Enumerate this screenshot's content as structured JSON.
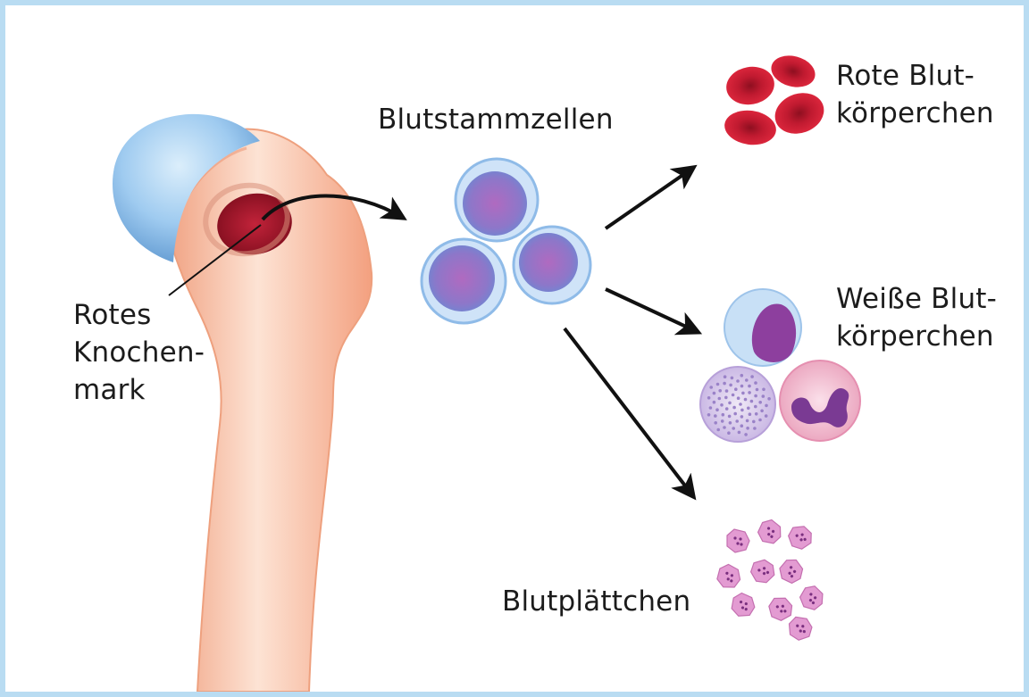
{
  "labels": {
    "marrow_line1": "Rotes",
    "marrow_line2": "Knochen-",
    "marrow_line3": "mark",
    "stem_cells": "Blutstammzellen",
    "red_cells_line1": "Rote Blut-",
    "red_cells_line2": "körperchen",
    "white_cells_line1": "Weiße Blut-",
    "white_cells_line2": "körperchen",
    "platelets": "Blutplättchen"
  },
  "colors": {
    "frame": "#b9dcf2",
    "bone": "#f6b69a",
    "cartilage": "#6fa7d9",
    "marrow": "#a8162a",
    "stem_cell_membrane": "#9ec8ef",
    "stem_cell_nucleus": "#9a4fa8",
    "red_cell": "#c8112a",
    "platelet": "#d98ac8",
    "arrow": "#111111"
  }
}
